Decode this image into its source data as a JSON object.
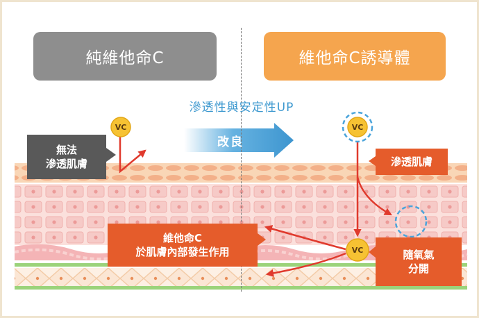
{
  "headers": {
    "left": "純維他命C",
    "right": "維他命C誘導體"
  },
  "improvement": {
    "title": "滲透性與安定性UP",
    "arrow_label": "改良"
  },
  "vc_label": "VC",
  "callouts": {
    "pure_vc": [
      "無法",
      "滲透肌膚"
    ],
    "penetrate": "滲透肌膚",
    "act_in_skin": [
      "維他命C",
      "於肌膚內部發生作用"
    ],
    "separate": [
      "隨氧氣",
      "分開"
    ]
  },
  "colors": {
    "gray_header": "#8e8e8e",
    "orange_header": "#f5a54e",
    "accent_red": "#e55c2b",
    "blue": "#3c98cf",
    "vc_yellow": "#f6c233",
    "skin_peach": "#f6c9a4",
    "cell_pink": "#f3b6b3"
  }
}
